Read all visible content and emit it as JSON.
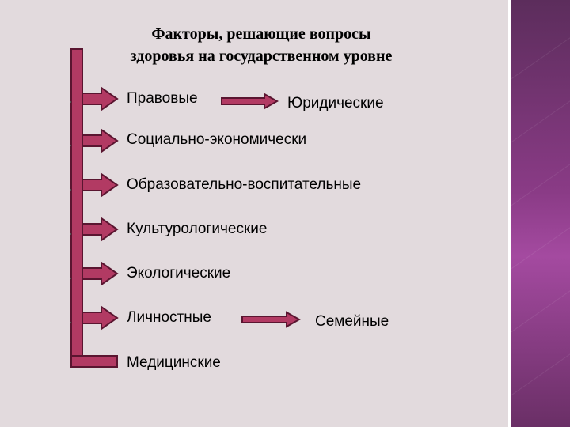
{
  "title": {
    "line1": "Факторы, решающие вопросы",
    "line2": "здоровья на государственном уровне"
  },
  "factors": [
    {
      "label": "Правовые",
      "sub": "Юридические"
    },
    {
      "label": "Социально-экономически"
    },
    {
      "label": "Образовательно-воспитательные"
    },
    {
      "label": "Культурологические"
    },
    {
      "label": "Экологические"
    },
    {
      "label": "Личностные",
      "sub": "Семейные"
    },
    {
      "label": "Медицинские"
    }
  ],
  "colors": {
    "arrow_fill": "#b23a63",
    "arrow_stroke": "#5a1530",
    "background": "#e2dadd",
    "side_panel": "#8a3b86"
  }
}
